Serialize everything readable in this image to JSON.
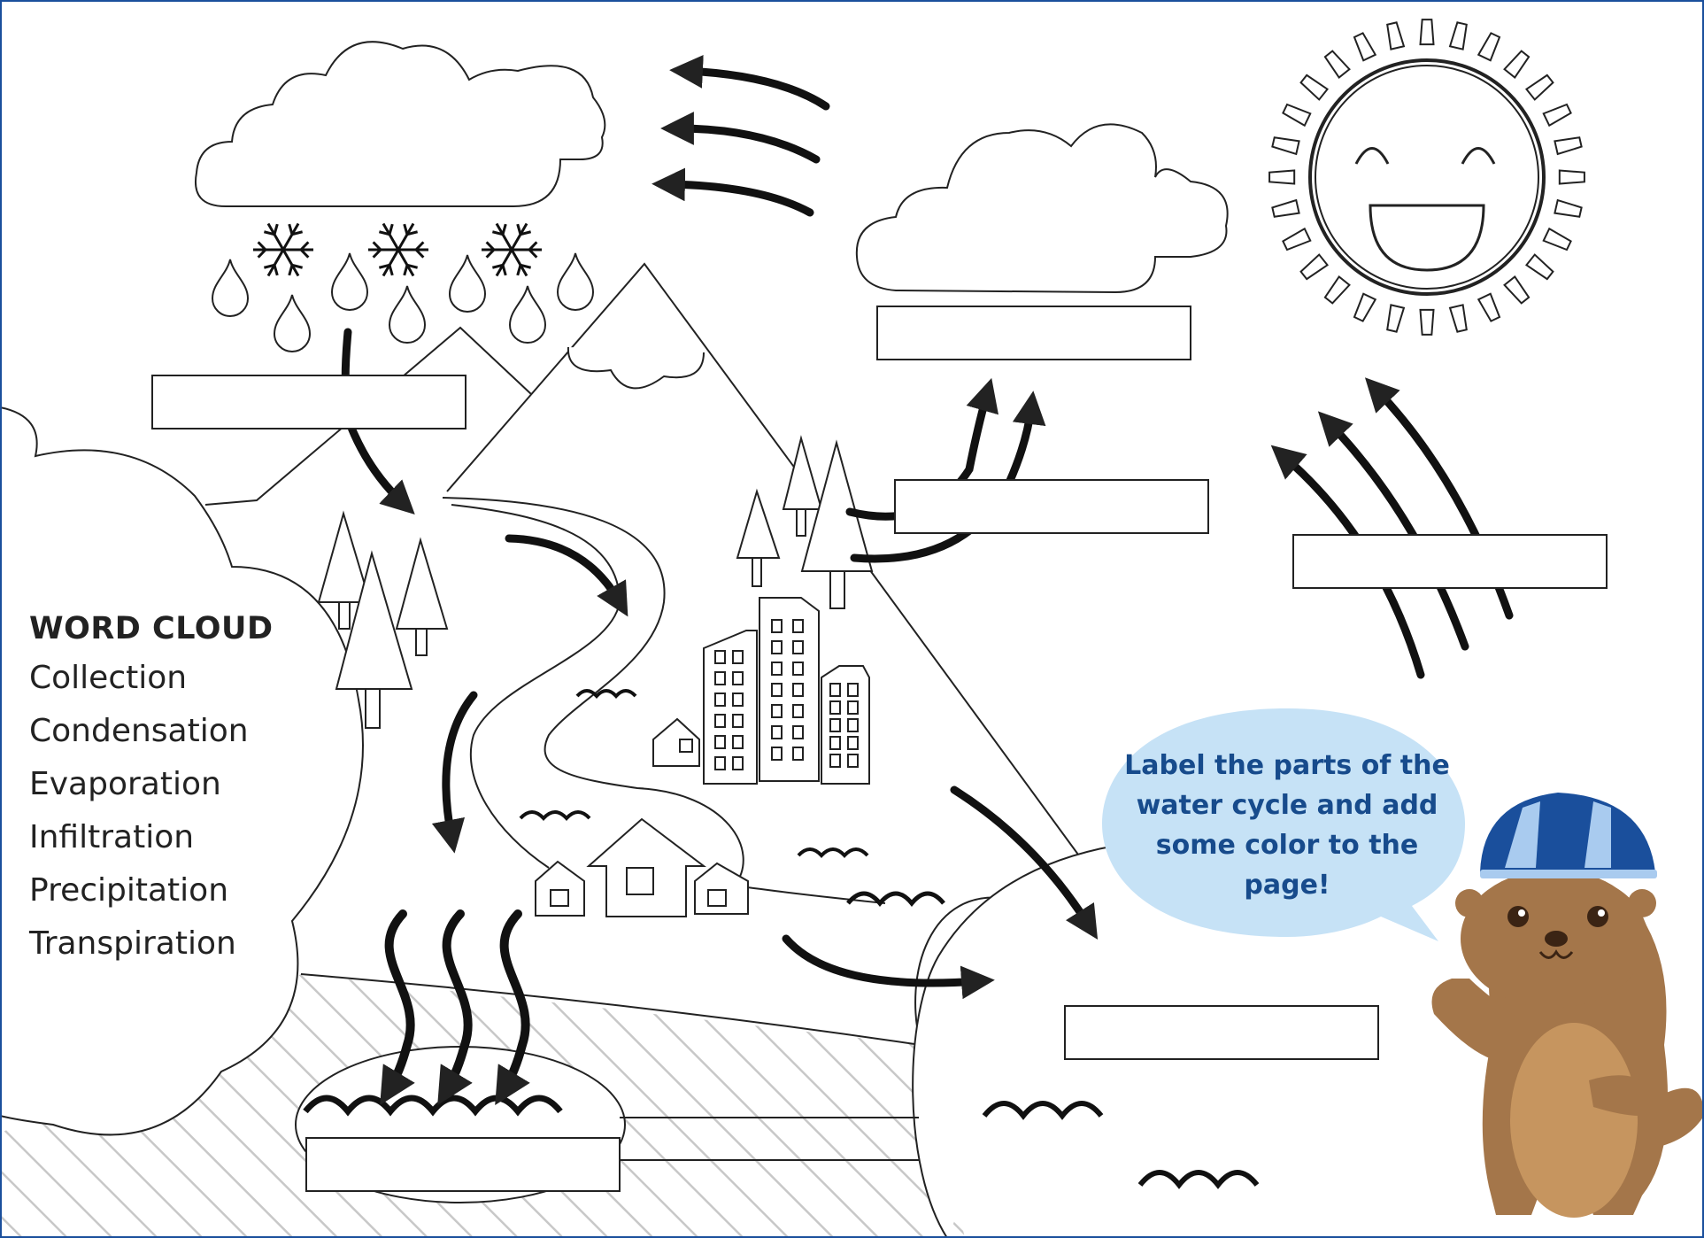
{
  "word_cloud": {
    "title": "WORD CLOUD",
    "items": [
      "Collection",
      "Condensation",
      "Evaporation",
      "Infiltration",
      "Precipitation",
      "Transpiration"
    ]
  },
  "speech_bubble": {
    "text": "Label the parts of the water cycle and add some color to the page!"
  },
  "colors": {
    "frame": "#1a4f9c",
    "bubble": "#c6e2f6",
    "bubble_text": "#174b8c",
    "helmet": "#1a4f9c",
    "helmet_stripe": "#a9cbef",
    "otter_body": "#a4764a",
    "otter_belly": "#c6955f",
    "line": "#222222"
  }
}
